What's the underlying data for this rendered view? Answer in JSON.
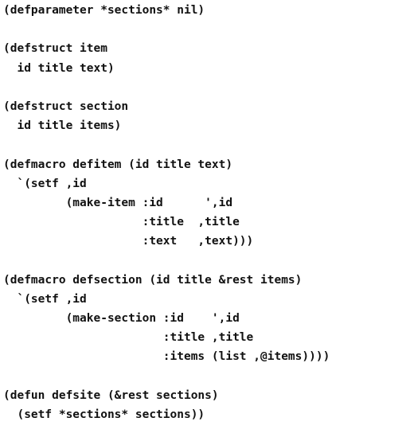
{
  "document": {
    "code_lines": [
      "(defparameter *sections* nil)",
      "",
      "(defstruct item",
      "  id title text)",
      "",
      "(defstruct section",
      "  id title items)",
      "",
      "(defmacro defitem (id title text)",
      "  `(setf ,id",
      "         (make-item :id      ',id",
      "                    :title  ,title",
      "                    :text   ,text)))",
      "",
      "(defmacro defsection (id title &rest items)",
      "  `(setf ,id",
      "         (make-section :id    ',id",
      "                       :title ,title",
      "                       :items (list ,@items))))",
      "",
      "(defun defsite (&rest sections)",
      "  (setf *sections* sections))"
    ]
  }
}
